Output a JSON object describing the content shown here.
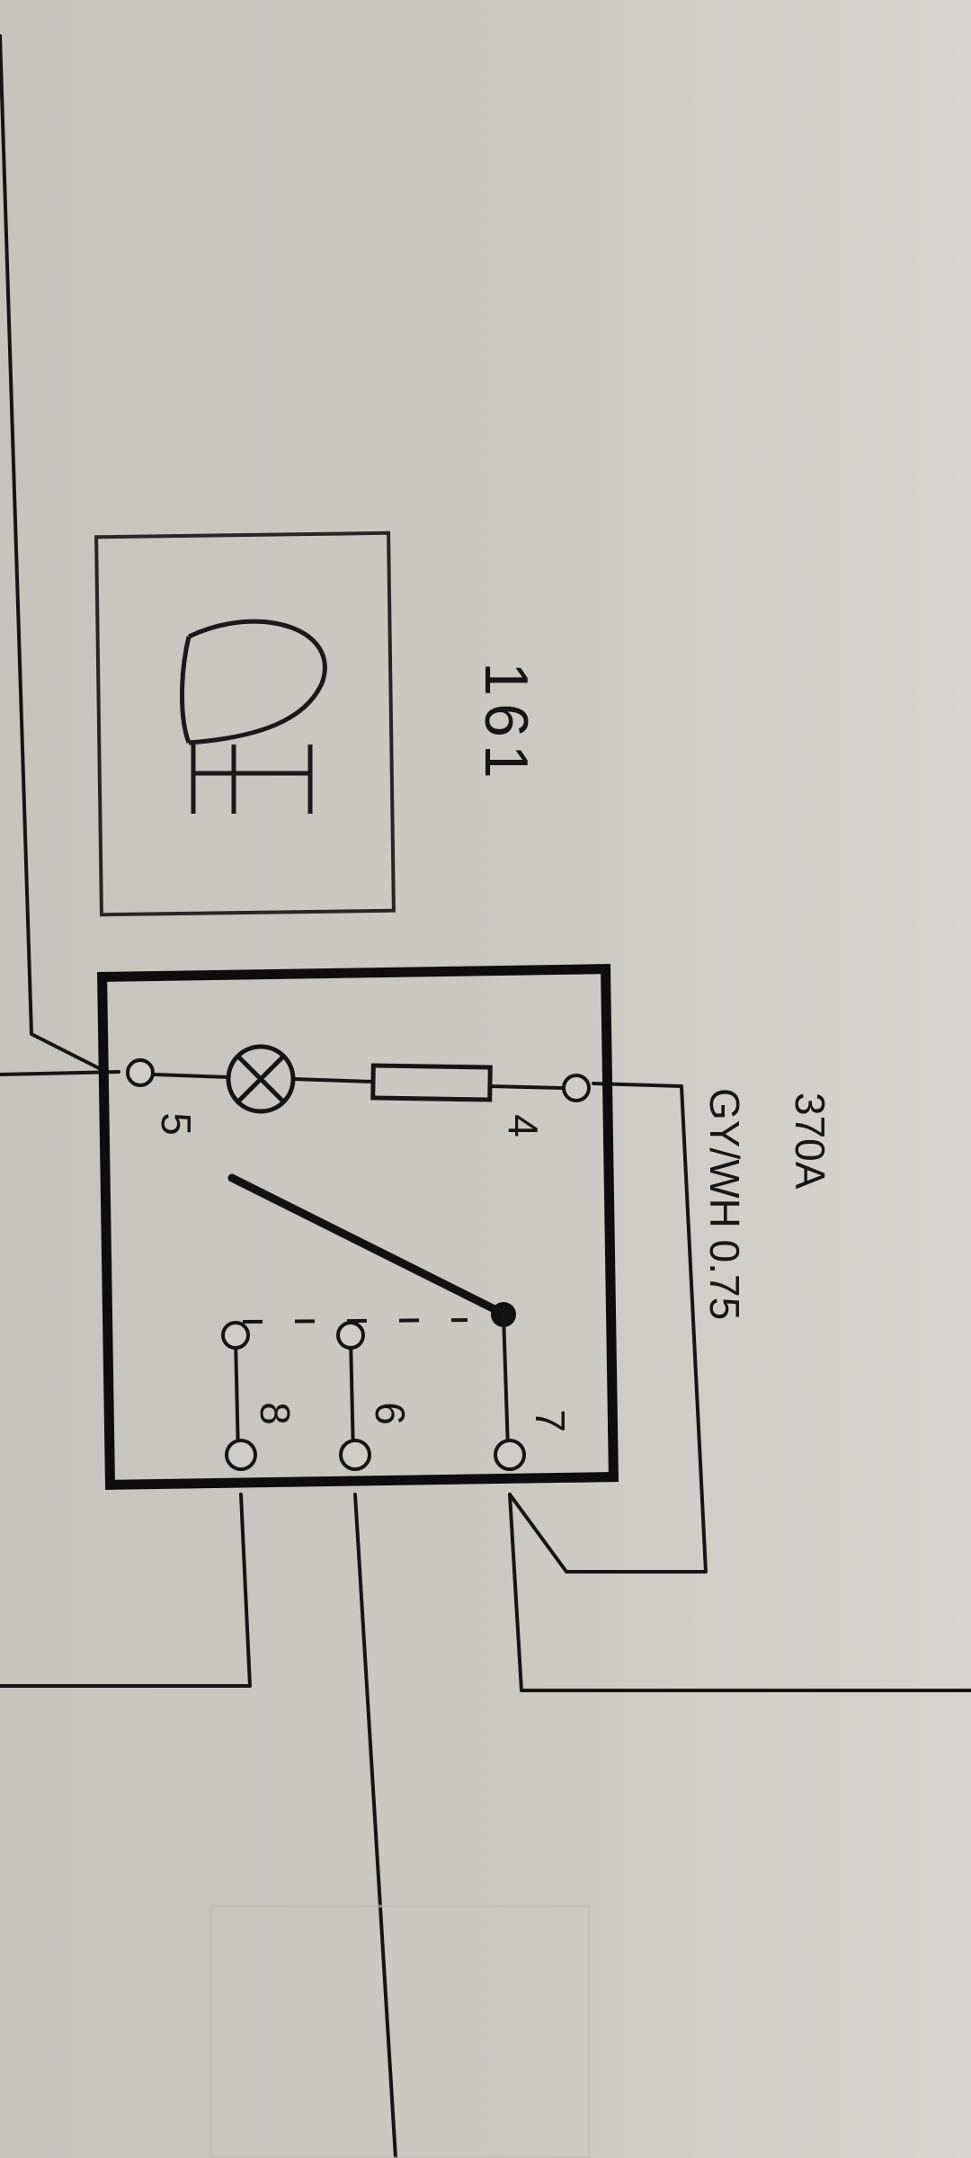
{
  "component": {
    "number": "161",
    "icon": "headlamp-icon"
  },
  "relay": {
    "pins": [
      "4",
      "5",
      "6",
      "7",
      "8"
    ],
    "symbols": [
      "lamp-icon",
      "resistor-icon",
      "switch-contact"
    ]
  },
  "wire": {
    "circuit": "370A",
    "color_gauge": "GY/WH 0.75"
  },
  "colors": {
    "paper": "#c6c4bf",
    "ink": "#151515"
  }
}
